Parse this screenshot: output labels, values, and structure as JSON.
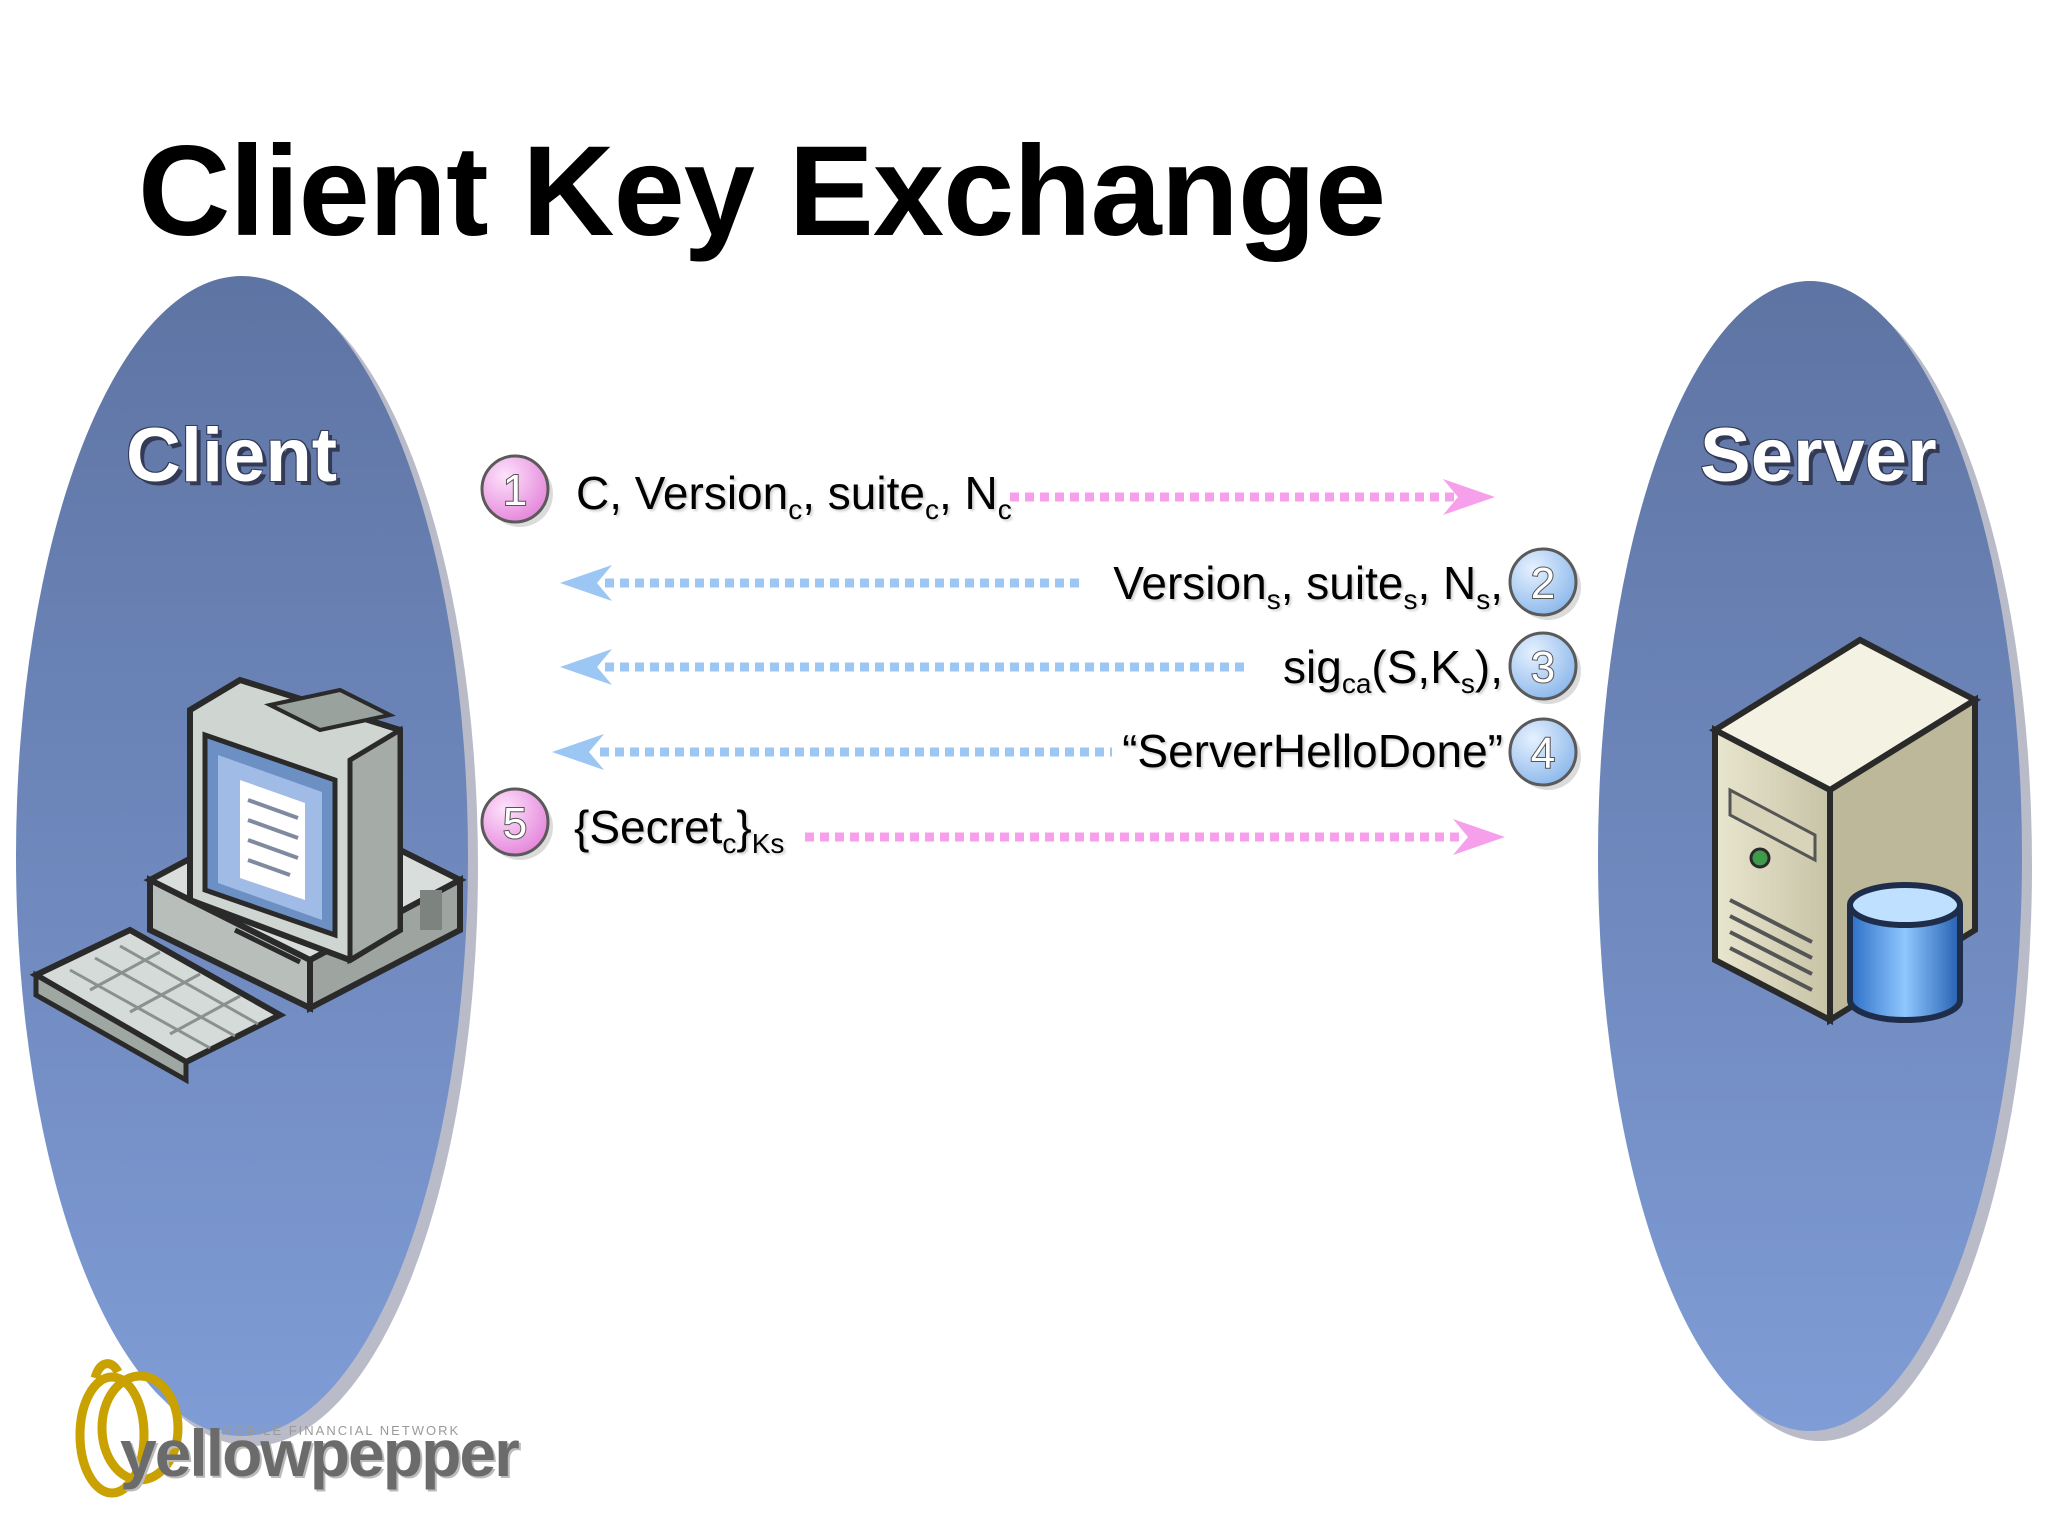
{
  "title": "Client Key Exchange",
  "client": {
    "label": "Client"
  },
  "server": {
    "label": "Server"
  },
  "messages": [
    {
      "step": "1",
      "direction": "client-to-server",
      "color": "#f6a0ec",
      "parts": [
        {
          "text": "C, Version"
        },
        {
          "sub": "c"
        },
        {
          "text": ", suite"
        },
        {
          "sub": "c"
        },
        {
          "text": ", N"
        },
        {
          "sub": "c"
        }
      ]
    },
    {
      "step": "2",
      "direction": "server-to-client",
      "color": "#9cc6f4",
      "parts": [
        {
          "text": "Version"
        },
        {
          "sub": "s"
        },
        {
          "text": ", suite"
        },
        {
          "sub": "s"
        },
        {
          "text": ", N"
        },
        {
          "sub": "s"
        },
        {
          "text": ","
        }
      ]
    },
    {
      "step": "3",
      "direction": "server-to-client",
      "color": "#9cc6f4",
      "parts": [
        {
          "text": "sig"
        },
        {
          "sub": "ca"
        },
        {
          "text": "(S,K"
        },
        {
          "sub": "s"
        },
        {
          "text": "),"
        }
      ]
    },
    {
      "step": "4",
      "direction": "server-to-client",
      "color": "#9cc6f4",
      "parts": [
        {
          "text": "“ServerHelloDone”"
        }
      ]
    },
    {
      "step": "5",
      "direction": "client-to-server",
      "color": "#f6a0ec",
      "parts": [
        {
          "text": "{Secret"
        },
        {
          "sub": "c"
        },
        {
          "text": "}"
        },
        {
          "sub": "Ks"
        }
      ]
    }
  ],
  "colors": {
    "ellipse_top": "#5f76a6",
    "ellipse_bottom": "#7d9ad4",
    "client_arrow": "#f6a0ec",
    "server_arrow": "#9cc6f4",
    "logo": "#c9a100"
  },
  "logo": {
    "name": "yellowpepper",
    "tagline": "MOBILE FINANCIAL NETWORK"
  }
}
